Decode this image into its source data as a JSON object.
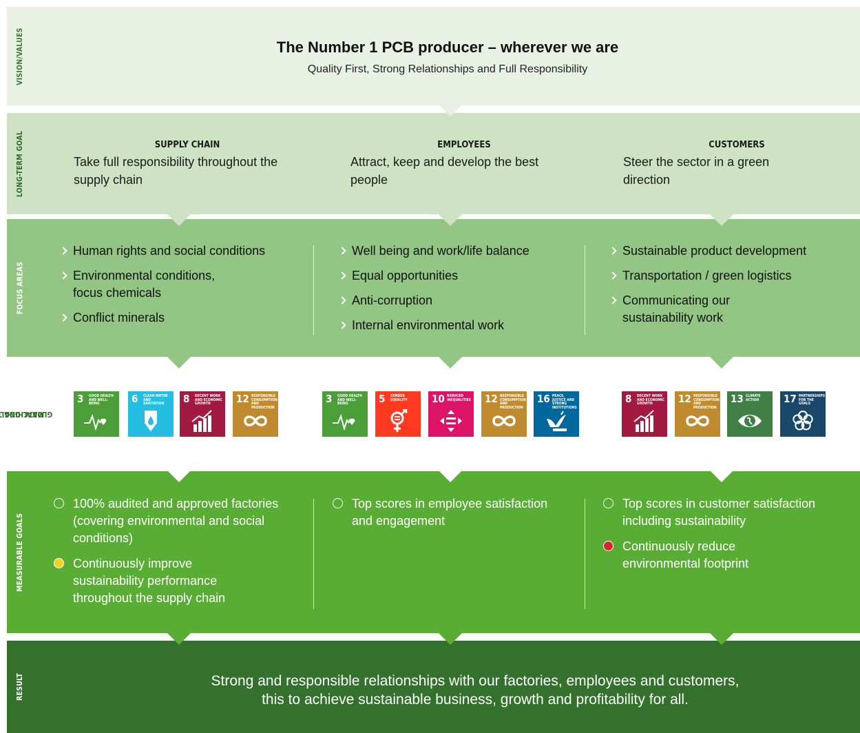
{
  "side_labels": {
    "vision": "VISION/VALUES",
    "long_term": "LONG-TERM GOAL",
    "focus": "FOCUS AREAS",
    "matching_1": "MATCHING THE",
    "matching_2": "GLOBAL GOALS",
    "measurable": "MEASURABLE GOALS",
    "result": "RESULT"
  },
  "vision": {
    "title": "The Number 1 PCB producer – wherever we are",
    "subtitle": "Quality First, Strong Relationships and Full Responsibility"
  },
  "long_term_goals": [
    {
      "heading": "SUPPLY CHAIN",
      "text": "Take full responsibility throughout the supply chain"
    },
    {
      "heading": "EMPLOYEES",
      "text": "Attract, keep and develop the best people"
    },
    {
      "heading": "CUSTOMERS",
      "text": "Steer the sector in a green direction"
    }
  ],
  "focus_areas": [
    [
      "Human rights and social conditions",
      "Environmental conditions, focus chemicals",
      "Conflict minerals"
    ],
    [
      "Well being and work/life balance",
      "Equal opportunities",
      "Anti-corruption",
      "Internal environmental work"
    ],
    [
      "Sustainable product development",
      "Transportation / green logistics",
      "Communicating our sustainability work"
    ]
  ],
  "global_goals": [
    [
      {
        "number": "3",
        "label": "GOOD HEALTH AND WELL-BEING",
        "color": "#4c9f38",
        "icon": "heartbeat-icon"
      },
      {
        "number": "6",
        "label": "CLEAN WATER AND SANITATION",
        "color": "#26bde2",
        "icon": "water-drop-icon"
      },
      {
        "number": "8",
        "label": "DECENT WORK AND ECONOMIC GROWTH",
        "color": "#a21942",
        "icon": "growth-chart-icon"
      },
      {
        "number": "12",
        "label": "RESPONSIBLE CONSUMPTION AND PRODUCTION",
        "color": "#bf8b2e",
        "icon": "infinity-icon"
      }
    ],
    [
      {
        "number": "3",
        "label": "GOOD HEALTH AND WELL-BEING",
        "color": "#4c9f38",
        "icon": "heartbeat-icon"
      },
      {
        "number": "5",
        "label": "GENDER EQUALITY",
        "color": "#ff3a21",
        "icon": "gender-equality-icon"
      },
      {
        "number": "10",
        "label": "REDUCED INEQUALITIES",
        "color": "#dd1367",
        "icon": "equals-arrows-icon"
      },
      {
        "number": "12",
        "label": "RESPONSIBLE CONSUMPTION AND PRODUCTION",
        "color": "#bf8b2e",
        "icon": "infinity-icon"
      },
      {
        "number": "16",
        "label": "PEACE, JUSTICE AND STRONG INSTITUTIONS",
        "color": "#00689d",
        "icon": "dove-icon"
      }
    ],
    [
      {
        "number": "8",
        "label": "DECENT WORK AND ECONOMIC GROWTH",
        "color": "#a21942",
        "icon": "growth-chart-icon"
      },
      {
        "number": "12",
        "label": "RESPONSIBLE CONSUMPTION AND PRODUCTION",
        "color": "#bf8b2e",
        "icon": "infinity-icon"
      },
      {
        "number": "13",
        "label": "CLIMATE ACTION",
        "color": "#3f7e44",
        "icon": "eye-globe-icon"
      },
      {
        "number": "17",
        "label": "PARTNERSHIPS FOR THE GOALS",
        "color": "#19486a",
        "icon": "partnership-flower-icon"
      }
    ]
  ],
  "measurable_goals": [
    [
      {
        "text": "100% audited and approved factories (covering environmental and social conditions)",
        "status": "open"
      },
      {
        "text": "Continuously improve sustainability performance throughout the supply chain",
        "status": "yellow"
      }
    ],
    [
      {
        "text": "Top scores in employee satisfaction and engagement",
        "status": "open"
      }
    ],
    [
      {
        "text": "Top scores in customer satisfaction including sustainability",
        "status": "open"
      },
      {
        "text": "Continuously reduce environmental footprint",
        "status": "red"
      }
    ]
  ],
  "result": {
    "line1": "Strong and responsible relationships with our factories, employees and customers,",
    "line2": "this to achieve sustainable business, growth and profitability for all."
  },
  "colors": {
    "vision_band": "#e9f0e4",
    "long_term_band": "#cde3c3",
    "focus_band": "#93c584",
    "measurable_band": "#59ad34",
    "result_band": "#33712d"
  }
}
